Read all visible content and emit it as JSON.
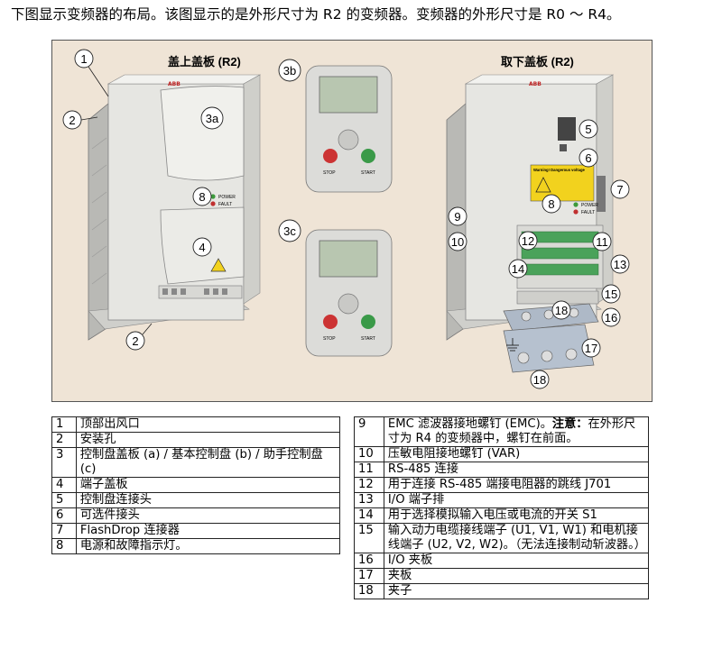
{
  "intro": "下图显示变频器的布局。该图显示的是外形尺寸为 R2 的变频器。变频器的外形尺寸是 R0 ～ R4。",
  "figure": {
    "left_caption": "盖上盖板 (R2)",
    "right_caption": "取下盖板 (R2)",
    "callouts": {
      "c1": "1",
      "c2a": "2",
      "c2b": "2",
      "c3a": "3a",
      "c3b": "3b",
      "c3c": "3c",
      "c4": "4",
      "c8a": "8",
      "c5": "5",
      "c6": "6",
      "c7": "7",
      "c8b": "8",
      "c9": "9",
      "c10": "10",
      "c11": "11",
      "c12": "12",
      "c13": "13",
      "c14": "14",
      "c15": "15",
      "c16": "16",
      "c17": "17",
      "c18a": "18",
      "c18b": "18"
    },
    "led_labels": {
      "power": "POWER",
      "fault": "FAULT"
    },
    "panel_labels": {
      "stop": "STOP",
      "start": "START"
    },
    "brand": "ABB",
    "warning_label": "Warning! Dangerous voltage",
    "colors": {
      "background": "#efe4d6",
      "drive_body": "#e6e6e2",
      "led_green": "#3c9a3c",
      "led_red": "#c03030",
      "terminal_green": "#4aa25a",
      "warning_yellow": "#f2d21e"
    }
  },
  "table_left": [
    {
      "num": "1",
      "text": "顶部出风口"
    },
    {
      "num": "2",
      "text": "安装孔"
    },
    {
      "num": "3",
      "text": "控制盘盖板 (a) / 基本控制盘 (b) / 助手控制盘 (c)"
    },
    {
      "num": "4",
      "text": "端子盖板"
    },
    {
      "num": "5",
      "text": "控制盘连接头"
    },
    {
      "num": "6",
      "text": "可选件接头"
    },
    {
      "num": "7",
      "text": "FlashDrop 连接器"
    },
    {
      "num": "8",
      "text": "电源和故障指示灯。"
    }
  ],
  "table_right": [
    {
      "num": "9",
      "text": "EMC 滤波器接地螺钉 (EMC)。",
      "bold": "注意：",
      "text_after": "在外形尺寸为 R4 的变频器中，螺钉在前面。"
    },
    {
      "num": "10",
      "text": "压敏电阻接地螺钉 (VAR)"
    },
    {
      "num": "11",
      "text": "RS-485 连接"
    },
    {
      "num": "12",
      "text": "用于连接 RS-485 端接电阻器的跳线 J701"
    },
    {
      "num": "13",
      "text": "I/O 端子排"
    },
    {
      "num": "14",
      "text": "用于选择模拟输入电压或电流的开关 S1"
    },
    {
      "num": "15",
      "text": "输入动力电缆接线端子 (U1, V1, W1) 和电机接线端子 (U2, V2, W2)。（无法连接制动斩波器。）"
    },
    {
      "num": "16",
      "text": "I/O 夹板"
    },
    {
      "num": "17",
      "text": "夹板"
    },
    {
      "num": "18",
      "text": "夹子"
    }
  ]
}
